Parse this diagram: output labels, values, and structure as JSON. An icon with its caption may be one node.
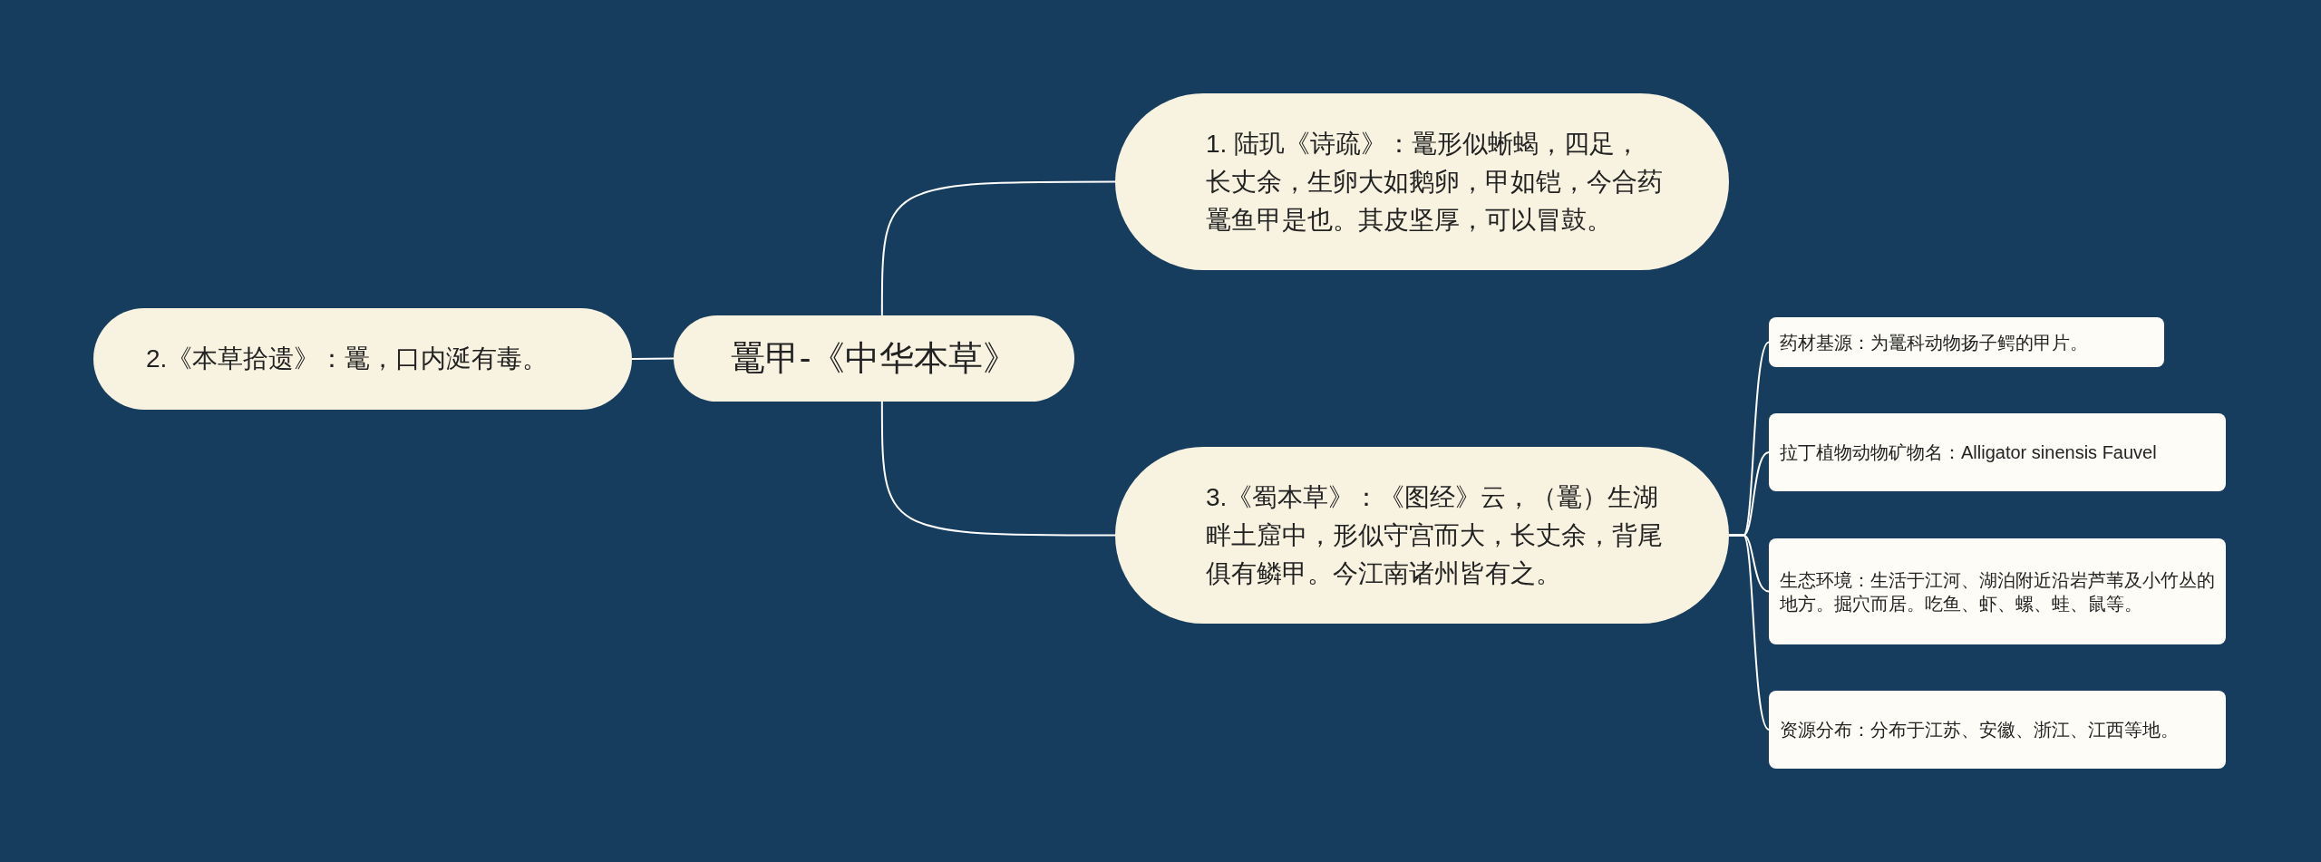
{
  "diagram": {
    "nodes": [
      {
        "text": [
          "鼍甲-《中华本草》"
        ]
      },
      {
        "text": [
          "1. 陆玑《诗疏》：鼍形似蜥蝎，四足，长丈余，生卵大如鹅卵，甲如铠，今合药鼍鱼甲是也。其皮坚厚，可以冒鼓。"
        ]
      },
      {
        "text": [
          "2.《本草拾遗》：鼍，口内涎有毒。"
        ]
      },
      {
        "text": [
          "3.《蜀本草》：《图经》云，（鼍）生湖畔土窟中，形似守宫而大，长丈余，背尾俱有鳞甲。今江南诸州皆有之。"
        ]
      },
      {
        "text": [
          "药材基源：为鼍科动物扬子鳄的甲片。"
        ]
      },
      {
        "text": [
          "拉丁植物动物矿物名：Alligator sinensis Fauvel"
        ]
      },
      {
        "text": [
          "生态环境：生活于江河、湖泊附近沿岩芦苇及小竹丛的地方。掘穴而居。吃鱼、虾、螺、蛙、鼠等。"
        ]
      },
      {
        "text": [
          "资源分布：分布于江苏、安徽、浙江、江西等地。"
        ]
      }
    ],
    "edges": [
      {
        "from": 0,
        "to": 1,
        "arrow": "none"
      },
      {
        "from": 0,
        "to": 2,
        "arrow": "none"
      },
      {
        "from": 0,
        "to": 3,
        "arrow": "none"
      },
      {
        "from": 3,
        "to": 4,
        "arrow": "none"
      },
      {
        "from": 3,
        "to": 5,
        "arrow": "none"
      },
      {
        "from": 3,
        "to": 6,
        "arrow": "none"
      },
      {
        "from": 3,
        "to": 7,
        "arrow": "none"
      }
    ]
  }
}
